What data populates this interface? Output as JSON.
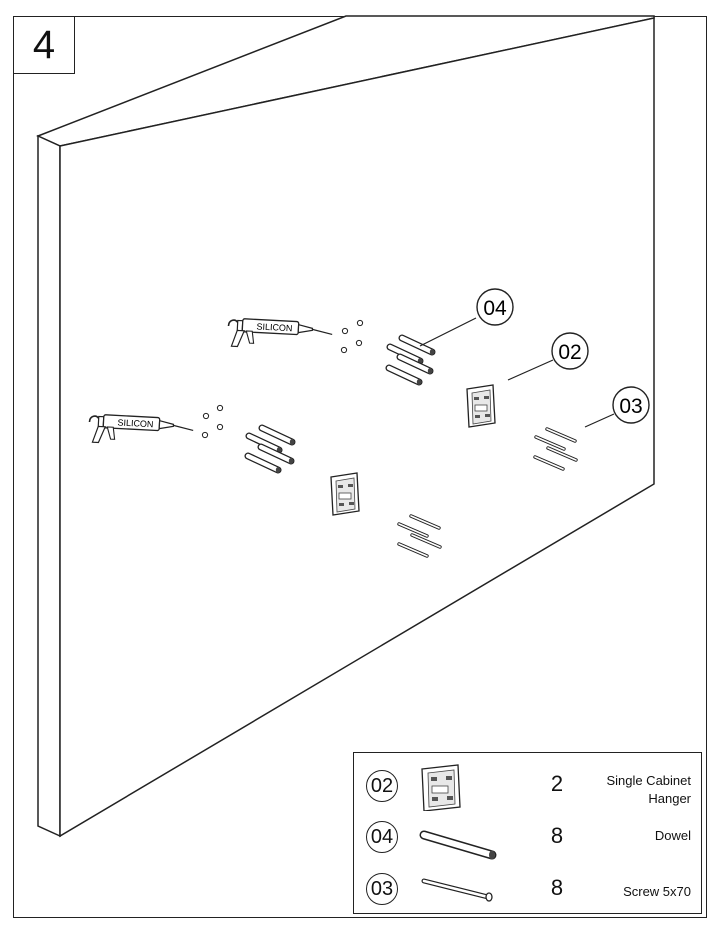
{
  "step": {
    "number": "4"
  },
  "scene": {
    "gun_label": "SILICON",
    "callouts": [
      "04",
      "02",
      "03"
    ]
  },
  "legend": {
    "items": [
      {
        "code": "02",
        "qty": "2",
        "name_line1": "Single Cabinet",
        "name_line2": "Hanger",
        "icon": "cabinet-hanger-icon"
      },
      {
        "code": "04",
        "qty": "8",
        "name_line1": "Dowel",
        "name_line2": "",
        "icon": "dowel-icon"
      },
      {
        "code": "03",
        "qty": "8",
        "name_line1": "Screw 5x70",
        "name_line2": "",
        "icon": "screw-icon"
      }
    ]
  }
}
